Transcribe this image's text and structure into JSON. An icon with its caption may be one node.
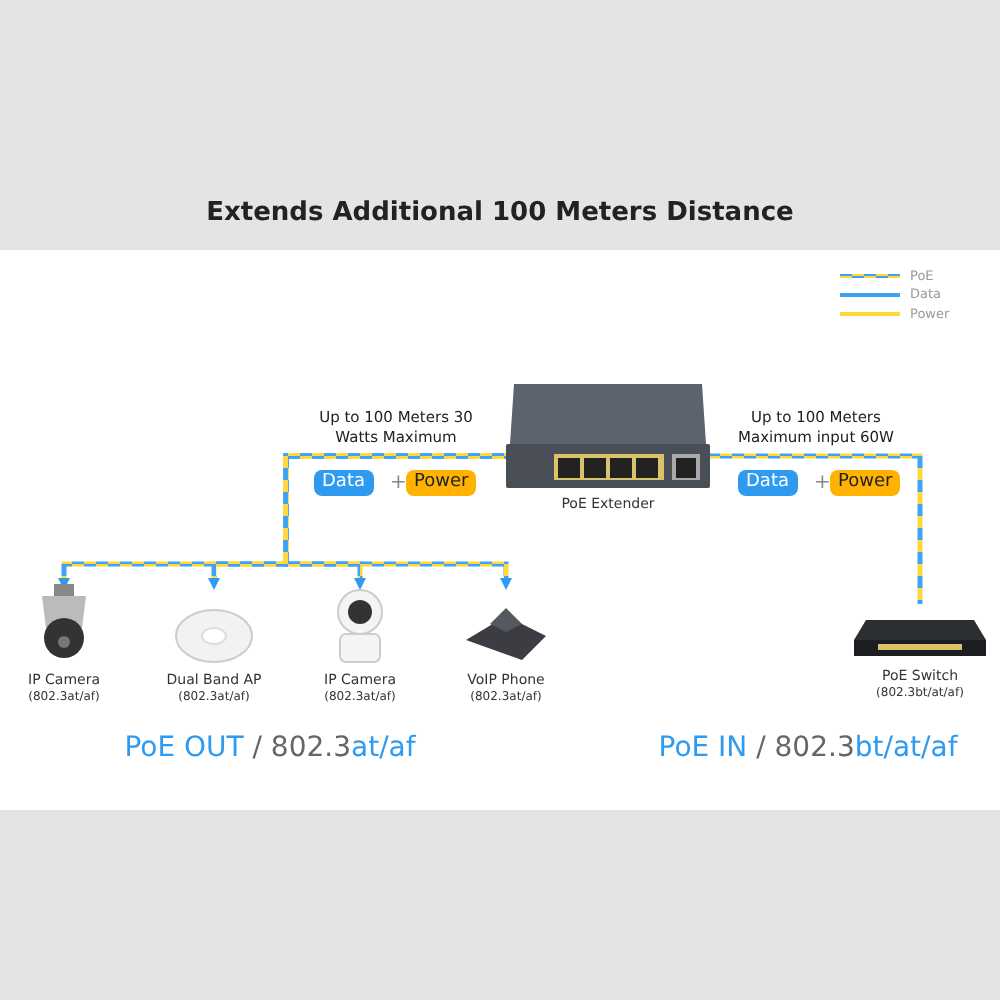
{
  "diagram": {
    "title": "Extends Additional 100 Meters Distance",
    "nodes": [
      {
        "text": [
          "PoE Extender"
        ]
      },
      {
        "text": [
          "IP Camera",
          "(802.3at/af)"
        ]
      },
      {
        "text": [
          "Dual Band AP",
          "(802.3at/af)"
        ]
      },
      {
        "text": [
          "IP Camera",
          "(802.3at/af)"
        ]
      },
      {
        "text": [
          "VoIP Phone",
          "(802.3at/af)"
        ]
      },
      {
        "text": [
          "PoE Switch",
          "(802.3bt/at/af)"
        ]
      }
    ],
    "edges": [
      {
        "from": 0,
        "to": 1,
        "arrow": "to"
      },
      {
        "from": 0,
        "to": 2,
        "arrow": "to"
      },
      {
        "from": 0,
        "to": 3,
        "arrow": "to"
      },
      {
        "from": 0,
        "to": 4,
        "arrow": "to"
      },
      {
        "from": 5,
        "to": 0,
        "arrow": "none"
      }
    ],
    "labels": [
      "Up to 100 Meters 30 Watts Maximum",
      "Up to 100 Meters Maximum input 60W",
      "Data",
      "+",
      "Power",
      "Data",
      "+",
      "Power",
      "**PoE OUT** / 802.3**at/af**",
      "**PoE IN** / 802.3**bt/at/af**"
    ],
    "legend": [
      {
        "text": "PoE"
      },
      {
        "text": "Data"
      },
      {
        "text": "Power"
      }
    ]
  }
}
